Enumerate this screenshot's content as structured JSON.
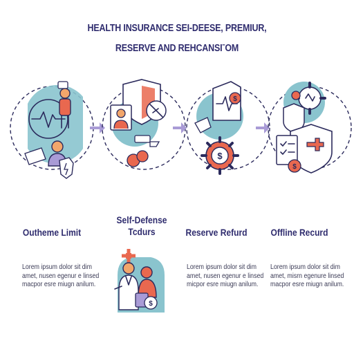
{
  "header": {
    "title_line1": "HEALTH INSURANCE SEI-DEESE, PREMIUR,",
    "title_line2": "RESERVE AND REHCANSIˉOM"
  },
  "steps": [
    {
      "title": "Outheme Limit",
      "desc": [
        "Lorem ipsum dolor sit dim",
        "amet, nusen egenur e linsed",
        "macpor esre miugn anilum."
      ]
    },
    {
      "title_line1": "Self-Defense",
      "title_line2": "Tcdurs"
    },
    {
      "title": "Reserve Refurd",
      "desc": [
        "Lorem ipsum dolor sit dim",
        "amet, nusen egenur e linsed",
        "micpor esre miugn anilum."
      ]
    },
    {
      "title": "Offline Recurd",
      "desc": [
        "Lorem ipsum dolor sit dim",
        "amet, misrn egenure linsed",
        "macpor esre miugn anilum."
      ]
    }
  ],
  "colors": {
    "outline": "#2b2a5c",
    "teal": "#8ac4ce",
    "coral": "#e9684f",
    "purple": "#a99bd6",
    "arrow": "#a99bd6"
  },
  "icons": [
    "heart-rate-family-icon",
    "shield-person-icon",
    "gear-dollar-icon",
    "shield-checklist-icon",
    "doctor-family-icon"
  ]
}
